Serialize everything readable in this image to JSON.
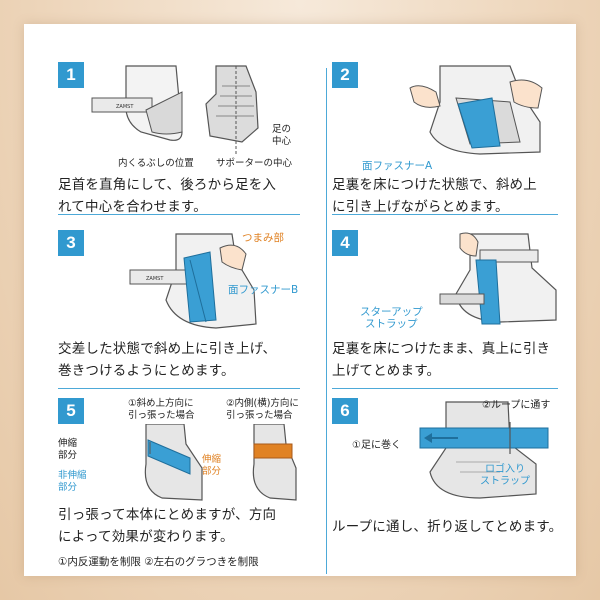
{
  "steps": [
    {
      "number": "1",
      "labels": [
        "内くるぶしの位置",
        "サポーターの中心",
        "足の\n中心"
      ],
      "text": "足首を直角にして、後ろから足を入\nれて中心を合わせます。"
    },
    {
      "number": "2",
      "labels": [
        "面ファスナーA"
      ],
      "text": "足裏を床につけた状態で、斜め上\nに引き上げながらとめます。"
    },
    {
      "number": "3",
      "labels": [
        "つまみ部",
        "面ファスナーB"
      ],
      "text": "交差した状態で斜め上に引き上げ、\n巻きつけるようにとめます。"
    },
    {
      "number": "4",
      "labels": [
        "スターアップ\nストラップ"
      ],
      "text": "足裏を床につけたまま、真上に引き\n上げてとめます。"
    },
    {
      "number": "5",
      "labels": [
        "①斜め上方向に\n引っ張った場合",
        "②内側(横)方向に\n引っ張った場合",
        "伸縮\n部分",
        "非伸縮\n部分",
        "伸縮\n部分"
      ],
      "text": "引っ張って本体にとめますが、方向\nによって効果が変わります。",
      "footnote": "①内反運動を制限 ②左右のグラつきを制限"
    },
    {
      "number": "6",
      "labels": [
        "②ループに通す",
        "①足に巻く",
        "ロゴ入り\nストラップ"
      ],
      "text": "ループに通し、折り返してとめます。"
    }
  ],
  "colors": {
    "accent": "#3199cf",
    "orange": "#e08224",
    "ink": "#222222"
  }
}
